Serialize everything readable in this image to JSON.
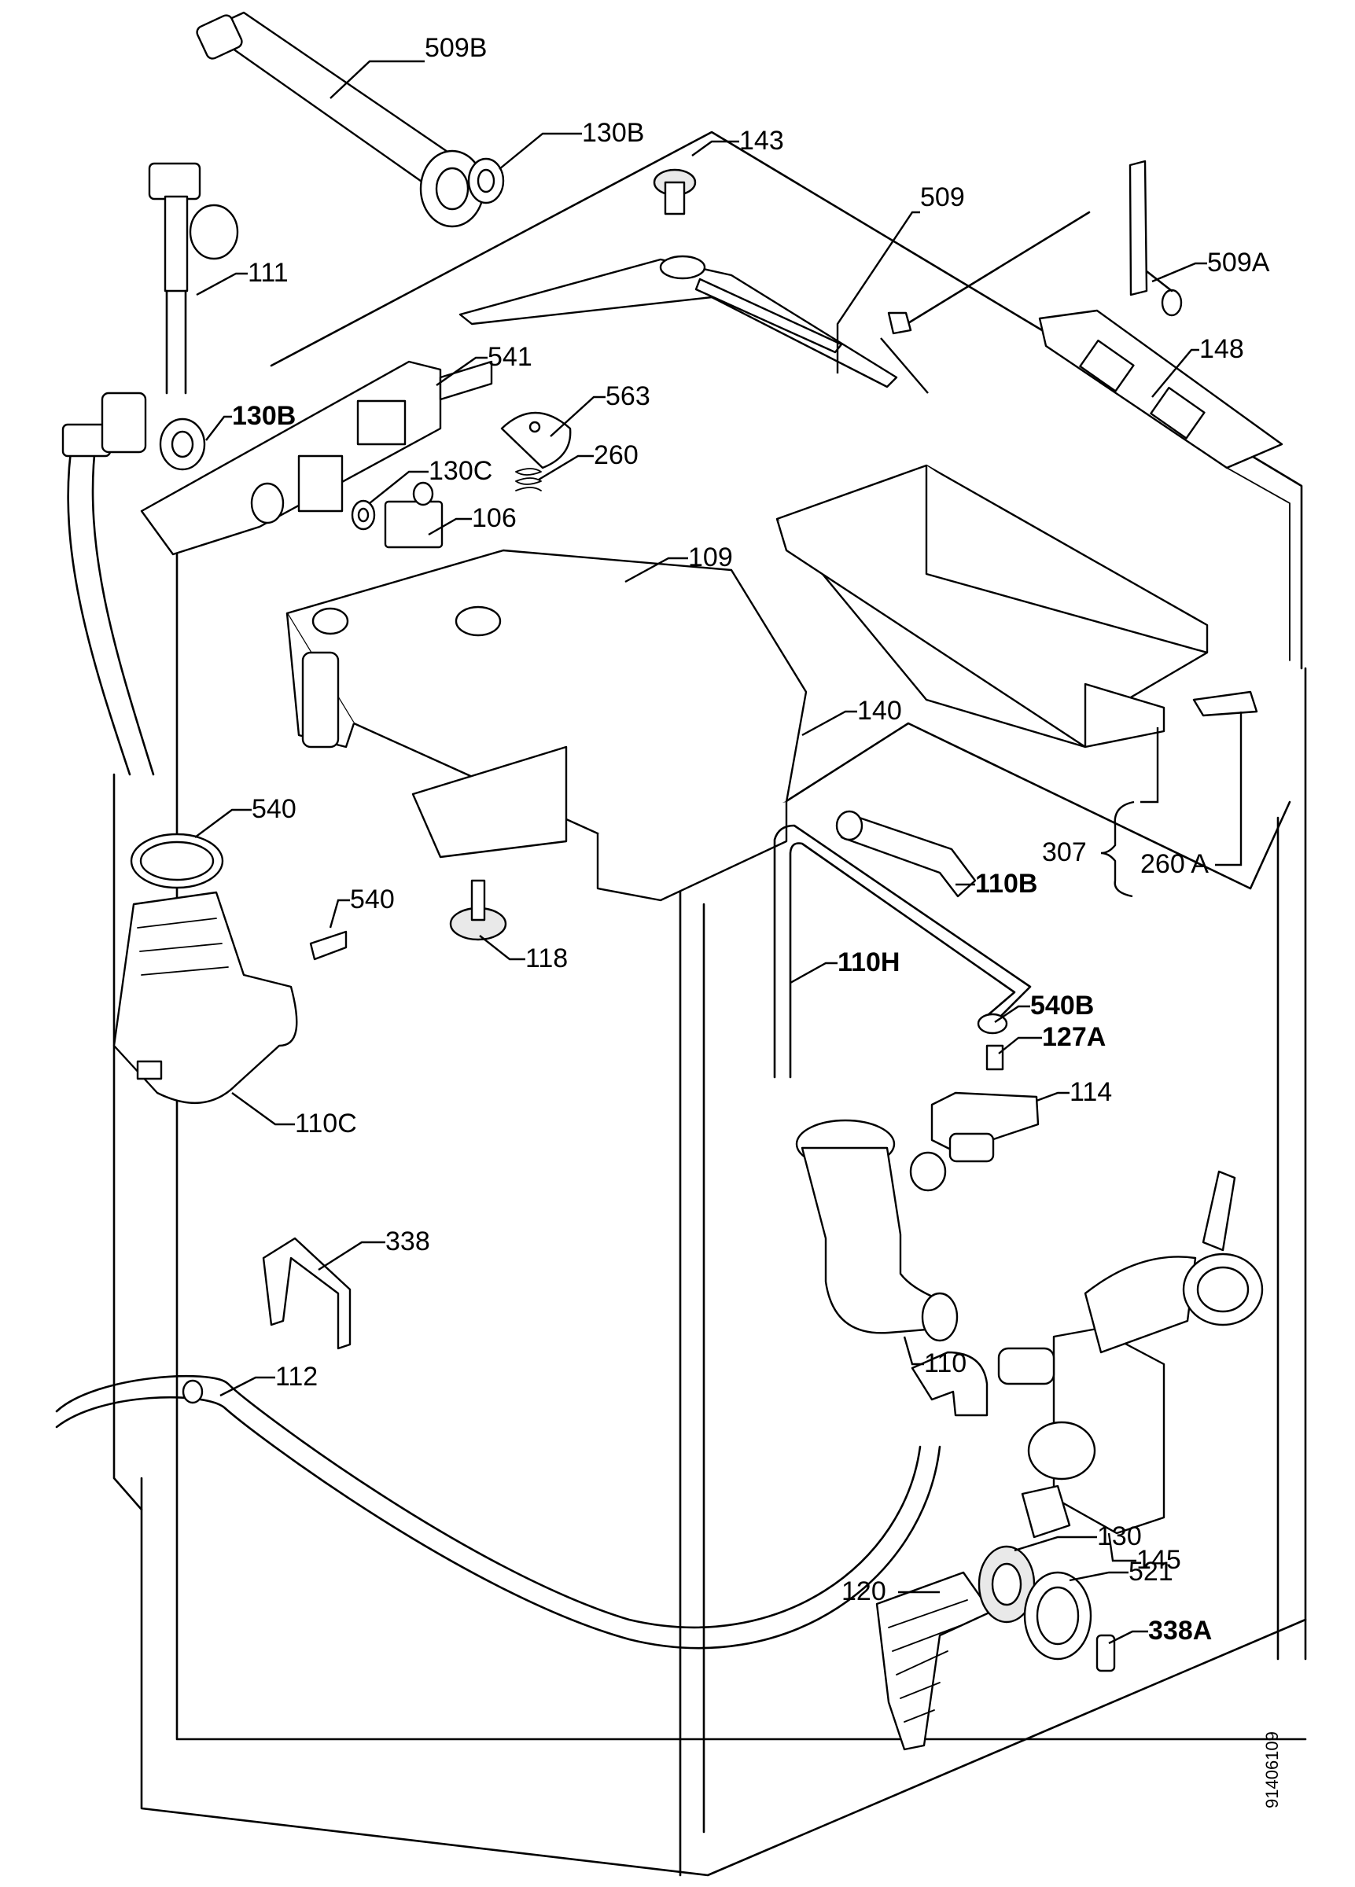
{
  "labels": {
    "l509B": "509B",
    "l130B_top": "130B",
    "l143": "143",
    "l509": "509",
    "l509A": "509A",
    "l111": "111",
    "l541": "541",
    "l563": "563",
    "l130B": "130B",
    "l148": "148",
    "l260": "260",
    "l130C": "130C",
    "l106": "106",
    "l109": "109",
    "l140": "140",
    "l540a": "540",
    "l540b": "540",
    "l307": "307",
    "l110B": "110B",
    "l260A": "260 A",
    "l118": "118",
    "l110H": "110H",
    "l540B": "540B",
    "l127A": "127A",
    "l110C": "110C",
    "l114": "114",
    "l338": "338",
    "l110": "110",
    "l112": "112",
    "l145": "145",
    "l130": "130",
    "l120": "120",
    "l521": "521",
    "l338A": "338A"
  },
  "document_number": "91406109"
}
